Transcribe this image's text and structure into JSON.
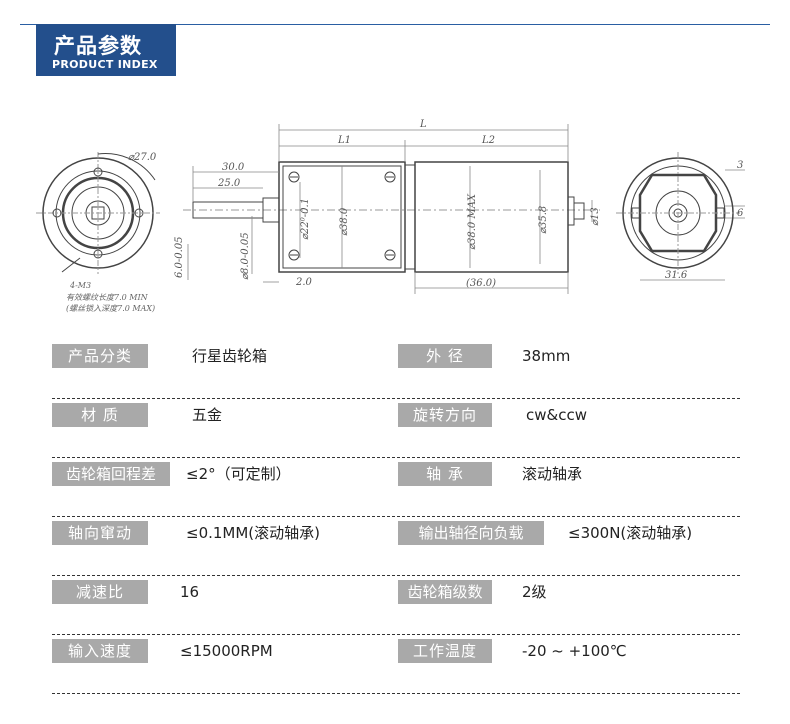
{
  "header": {
    "title_cn": "产品参数",
    "title_en": "PRODUCT INDEX"
  },
  "drawing": {
    "dims": {
      "d27": "⌀27.0",
      "len30": "30.0",
      "len25": "25.0",
      "six": "6.0-0.05",
      "d8": "⌀8.0-0.05",
      "two": "2.0",
      "d22": "⌀22⁰-0.1",
      "d38a": "⌀38.0",
      "d38max": "⌀38.0 MAX",
      "d35": "⌀35.8",
      "d13": "⌀13",
      "L": "L",
      "L1": "L1",
      "L2": "L2",
      "len36": "(36.0)",
      "three": "3",
      "six_right": "6",
      "w316": "31.6",
      "m3": "4-M3"
    },
    "notes": [
      "有效螺纹长度7.0 MIN",
      "(螺丝锁入深度7.0 MAX)"
    ]
  },
  "specs": [
    {
      "label": "产品分类",
      "value": "行星齿轮箱",
      "label2": "外    径",
      "value2": "38mm"
    },
    {
      "label": "材    质",
      "value": "五金",
      "label2": "旋转方向",
      "value2": "cw&ccw"
    },
    {
      "label": "齿轮箱回程差",
      "value": "≤2°（可定制）",
      "label2": "轴    承",
      "value2": "滚动轴承"
    },
    {
      "label": "轴向窜动",
      "value": "≤0.1MM(滚动轴承)",
      "label2": "输出轴径向负载",
      "value2": "≤300N(滚动轴承)"
    },
    {
      "label": "减速比",
      "value": "16",
      "label2": "齿轮箱级数",
      "value2": "2级"
    },
    {
      "label": "输入速度",
      "value": "≤15000RPM",
      "label2": "工作温度",
      "value2": "-20 ~ +100℃"
    }
  ]
}
